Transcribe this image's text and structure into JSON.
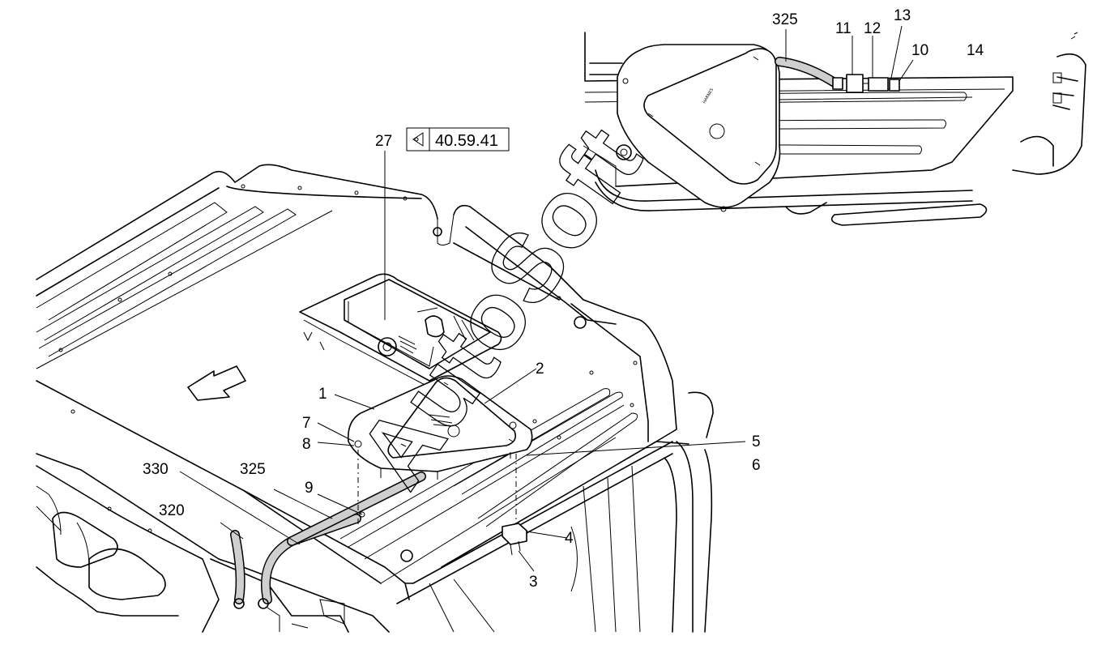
{
  "reference": {
    "code": "40.59.41",
    "label": "27"
  },
  "watermark": "AutoSoft",
  "callouts": {
    "c1": "1",
    "c2": "2",
    "c3": "3",
    "c4": "4",
    "c5": "5",
    "c6": "6",
    "c7": "7",
    "c8": "8",
    "c9": "9",
    "c320": "320",
    "c325": "325",
    "c330": "330"
  },
  "inset_callouts": {
    "c325": "325",
    "c11": "11",
    "c12": "12",
    "c13": "13",
    "c10": "10",
    "c14": "14"
  },
  "icons": {
    "view_icon": "view-arrow-icon",
    "direction": "travel-direction-arrow-icon"
  }
}
